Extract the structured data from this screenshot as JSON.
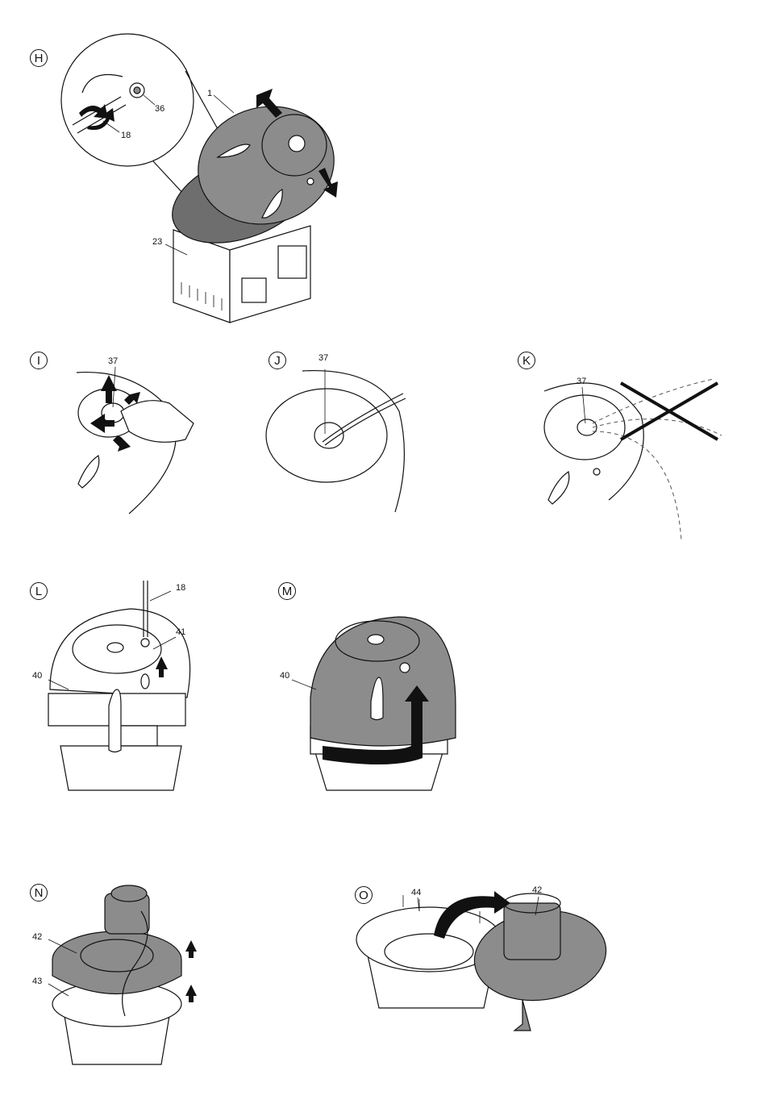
{
  "figures": {
    "H": {
      "label": "H",
      "callouts": {
        "c1": "1",
        "c18": "18",
        "c23": "23",
        "c36": "36"
      }
    },
    "I": {
      "label": "I",
      "callouts": {
        "c37": "37"
      }
    },
    "J": {
      "label": "J",
      "callouts": {
        "c37": "37"
      }
    },
    "K": {
      "label": "K",
      "callouts": {
        "c37": "37"
      }
    },
    "L": {
      "label": "L",
      "callouts": {
        "c18": "18",
        "c41": "41",
        "c40": "40"
      }
    },
    "M": {
      "label": "M",
      "callouts": {
        "c40": "40"
      }
    },
    "N": {
      "label": "N",
      "callouts": {
        "c42": "42",
        "c43": "43"
      }
    },
    "O": {
      "label": "O",
      "callouts": {
        "c44": "44",
        "c42": "42"
      }
    }
  },
  "colors": {
    "housing_grey": "#8c8c8c",
    "dark_grey": "#6e6e6e",
    "line": "#111111"
  }
}
